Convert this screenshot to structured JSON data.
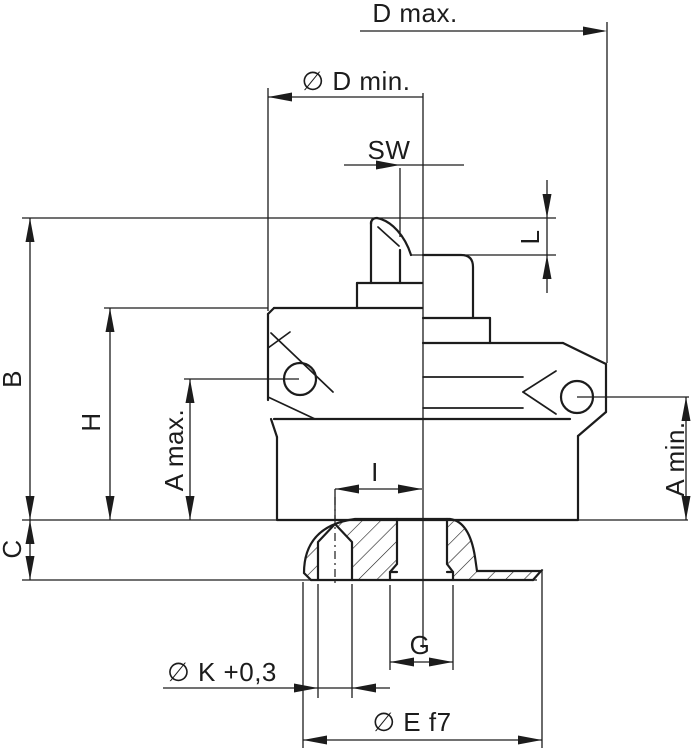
{
  "drawing": {
    "description": "Dimensioned sectional technical drawing of a bulkhead screw-in fitting with hex body, cutting-ring top and domed locknut below the mounting panel",
    "labels": {
      "d_max": "D max.",
      "d_min": "∅ D min.",
      "sw": "SW",
      "l": "L",
      "b": "B",
      "h": "H",
      "a_max": "A max.",
      "a_min": "A min.",
      "c": "C",
      "i": "I",
      "g": "G",
      "k": "∅ K  +0,3",
      "e": "∅ E f7"
    },
    "colors": {
      "line": "#1c1c1c",
      "background": "#ffffff"
    }
  }
}
